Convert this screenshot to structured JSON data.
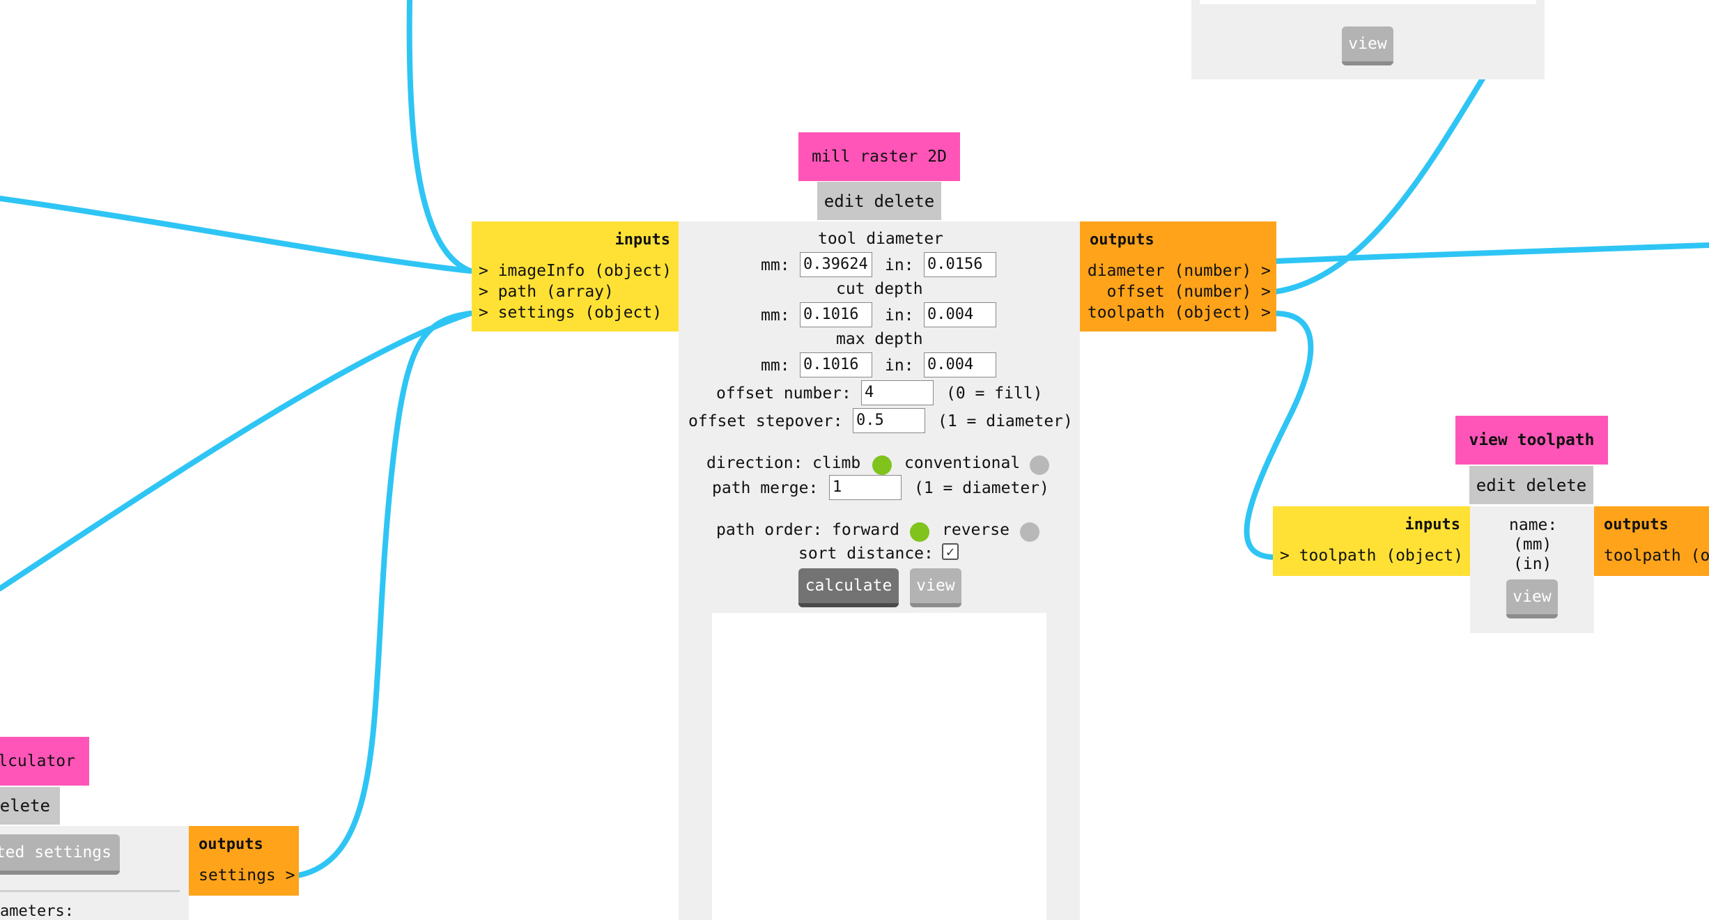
{
  "colors": {
    "wire": "#2ec5f5",
    "title": "#ff55b8",
    "inputs": "#ffe135",
    "outputs": "#ffa31a",
    "panel": "#efefef",
    "editbar": "#c8c8c8",
    "radio_on": "#7fc31c",
    "radio_off": "#b8b8b8"
  },
  "top_right_module": {
    "view_label": "view"
  },
  "mill_raster": {
    "title": "mill raster 2D",
    "edit_label": "edit",
    "delete_label": "delete",
    "inputs": {
      "header": "inputs",
      "ports": [
        "> imageInfo (object)",
        "> path (array)",
        "> settings (object)"
      ]
    },
    "outputs": {
      "header": "outputs",
      "ports": [
        "diameter (number) >",
        "offset (number) >",
        "toolpath (object) >"
      ]
    },
    "tool_diameter": {
      "label": "tool diameter",
      "mm_label": "mm:",
      "mm_value": "0.39624",
      "in_label": "in:",
      "in_value": "0.0156"
    },
    "cut_depth": {
      "label": "cut depth",
      "mm_label": "mm:",
      "mm_value": "0.1016",
      "in_label": "in:",
      "in_value": "0.004"
    },
    "max_depth": {
      "label": "max depth",
      "mm_label": "mm:",
      "mm_value": "0.1016",
      "in_label": "in:",
      "in_value": "0.004"
    },
    "offset_number": {
      "label": "offset number:",
      "value": "4",
      "hint": "(0 = fill)"
    },
    "offset_stepover": {
      "label": "offset stepover:",
      "value": "0.5",
      "hint": "(1 = diameter)"
    },
    "direction": {
      "label": "direction:",
      "option_a": "climb",
      "option_b": "conventional",
      "selected": "climb"
    },
    "path_merge": {
      "label": "path merge:",
      "value": "1",
      "hint": "(1 = diameter)"
    },
    "path_order": {
      "label": "path order:",
      "option_a": "forward",
      "option_b": "reverse",
      "selected": "forward"
    },
    "sort_distance": {
      "label": "sort distance:",
      "checked": true
    },
    "calculate_label": "calculate",
    "view_label": "view"
  },
  "view_toolpath": {
    "title": "view toolpath",
    "edit_label": "edit",
    "delete_label": "delete",
    "inputs": {
      "header": "inputs",
      "ports": [
        "> toolpath (object)"
      ]
    },
    "outputs": {
      "header": "outputs",
      "ports": [
        "toolpath (o"
      ]
    },
    "name_label": "name:",
    "mm_label": "(mm)",
    "in_label": "(in)",
    "view_label": "view"
  },
  "calculator": {
    "title_fragment": "lculator",
    "delete_fragment": "elete",
    "settings_button_fragment": "ted settings",
    "outputs": {
      "header": "outputs",
      "ports": [
        "settings >"
      ]
    },
    "parameters_fragment": "ameters:"
  }
}
